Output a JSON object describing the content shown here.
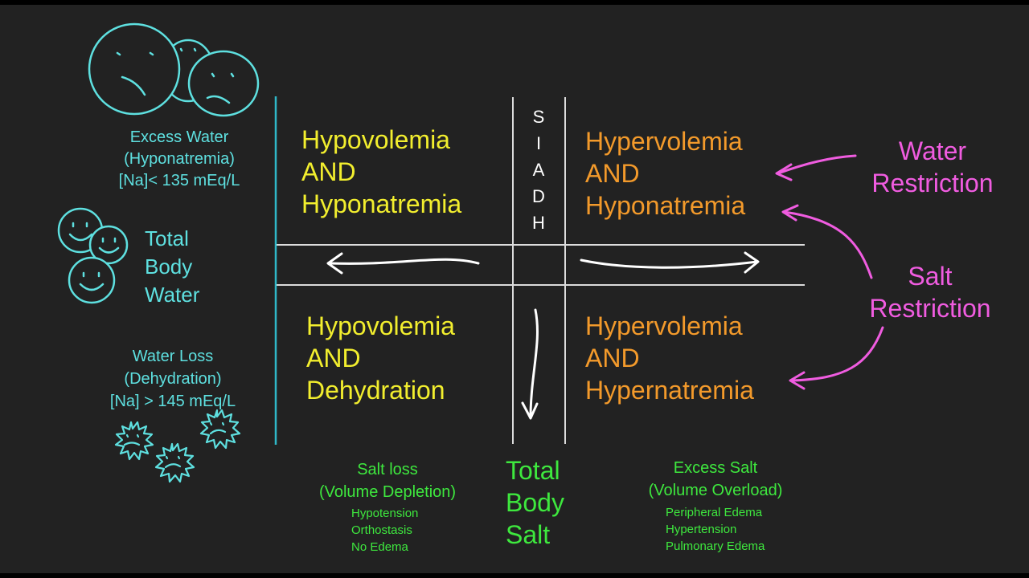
{
  "left_labels": {
    "excess_water": [
      "Excess Water",
      "(Hyponatremia)",
      "[Na]< 135 mEq/L"
    ],
    "total_body_water": [
      "Total",
      "Body",
      "Water"
    ],
    "water_loss": [
      "Water Loss",
      "(Dehydration)",
      "[Na] > 145 mEq/L"
    ]
  },
  "quadrants": {
    "top_left": [
      "Hypovolemia",
      "AND",
      "Hyponatremia"
    ],
    "top_right": [
      "Hypervolemia",
      "AND",
      "Hyponatremia"
    ],
    "bottom_left": [
      "Hypovolemia",
      "AND",
      "Dehydration"
    ],
    "bottom_right": [
      "Hypervolemia",
      "AND",
      "Hypernatremia"
    ]
  },
  "siadh_letters": [
    "S",
    "I",
    "A",
    "D",
    "H"
  ],
  "bottom_labels": {
    "salt_loss": {
      "title": [
        "Salt loss",
        "(Volume Depletion)"
      ],
      "items": [
        "Hypotension",
        "Orthostasis",
        "No Edema"
      ]
    },
    "total_body_salt": [
      "Total",
      "Body",
      "Salt"
    ],
    "excess_salt": {
      "title": [
        "Excess Salt",
        "(Volume Overload)"
      ],
      "items": [
        "Peripheral Edema",
        "Hypertension",
        "Pulmonary Edema"
      ]
    }
  },
  "right_labels": {
    "water_restriction": [
      "Water",
      "Restriction"
    ],
    "salt_restriction": [
      "Salt",
      "Restriction"
    ]
  },
  "colors": {
    "water": "#5ee0e0",
    "hypovolemia": "#f2ee2e",
    "hypervolemia": "#f39a2b",
    "salt": "#3ee83e",
    "restriction": "#f05ce0",
    "grid": "#dcdcdc"
  }
}
